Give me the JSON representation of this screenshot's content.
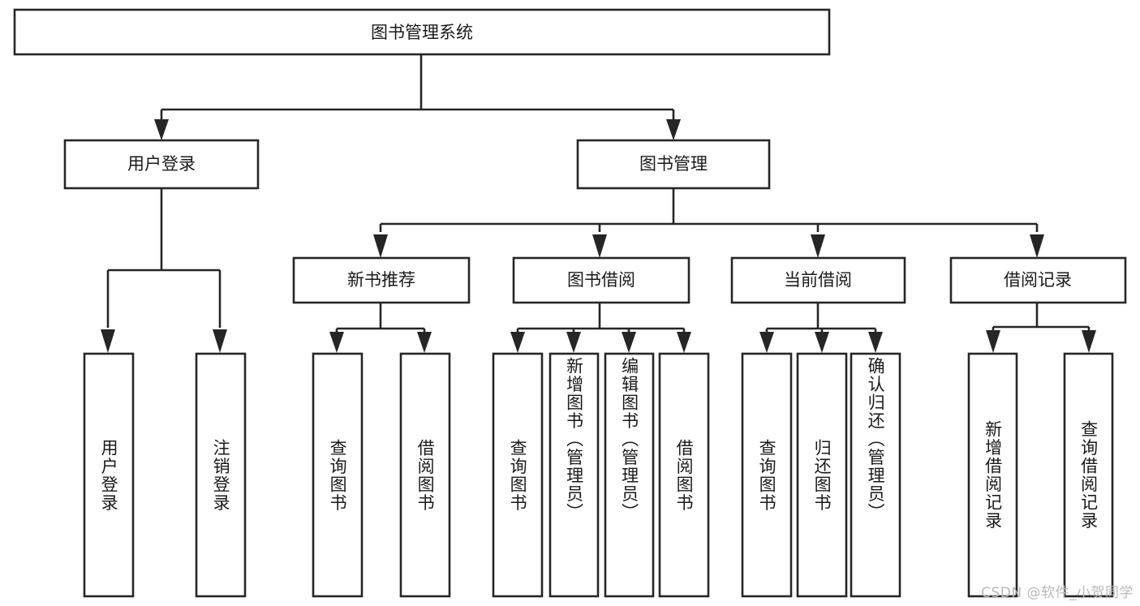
{
  "diagram": {
    "title": "图书管理系统",
    "type": "tree-hierarchy",
    "root": {
      "id": "root",
      "label": "图书管理系统",
      "orientation": "horizontal"
    },
    "level2": [
      {
        "id": "user-login",
        "label": "用户登录",
        "orientation": "horizontal"
      },
      {
        "id": "book-manage",
        "label": "图书管理",
        "orientation": "horizontal"
      }
    ],
    "level3": [
      {
        "id": "new-book-rec",
        "label": "新书推荐",
        "orientation": "horizontal",
        "parent": "book-manage"
      },
      {
        "id": "book-borrow",
        "label": "图书借阅",
        "orientation": "horizontal",
        "parent": "book-manage"
      },
      {
        "id": "current-borrow",
        "label": "当前借阅",
        "orientation": "horizontal",
        "parent": "book-manage"
      },
      {
        "id": "borrow-record",
        "label": "借阅记录",
        "orientation": "horizontal",
        "parent": "book-manage"
      }
    ],
    "leaves": [
      {
        "id": "leaf-user-login",
        "label": "用户登录",
        "parent": "user-login",
        "orientation": "vertical"
      },
      {
        "id": "leaf-logout-login",
        "label": "注销登录",
        "parent": "user-login",
        "orientation": "vertical"
      },
      {
        "id": "leaf-query-book-1",
        "label": "查询图书",
        "parent": "new-book-rec",
        "orientation": "vertical"
      },
      {
        "id": "leaf-borrow-book-1",
        "label": "借阅图书",
        "parent": "new-book-rec",
        "orientation": "vertical"
      },
      {
        "id": "leaf-query-book-2",
        "label": "查询图书",
        "parent": "book-borrow",
        "orientation": "vertical"
      },
      {
        "id": "leaf-add-book",
        "label": "新增图书（管理员）",
        "parent": "book-borrow",
        "orientation": "vertical"
      },
      {
        "id": "leaf-edit-book",
        "label": "编辑图书（管理员）",
        "parent": "book-borrow",
        "orientation": "vertical"
      },
      {
        "id": "leaf-borrow-book-2",
        "label": "借阅图书",
        "parent": "book-borrow",
        "orientation": "vertical"
      },
      {
        "id": "leaf-query-book-3",
        "label": "查询图书",
        "parent": "current-borrow",
        "orientation": "vertical"
      },
      {
        "id": "leaf-return-book",
        "label": "归还图书",
        "parent": "current-borrow",
        "orientation": "vertical"
      },
      {
        "id": "leaf-confirm-return",
        "label": "确认归还（管理员）",
        "parent": "current-borrow",
        "orientation": "vertical"
      },
      {
        "id": "leaf-add-record",
        "label": "新增借阅记录",
        "parent": "borrow-record",
        "orientation": "vertical"
      },
      {
        "id": "leaf-query-record",
        "label": "查询借阅记录",
        "parent": "borrow-record",
        "orientation": "vertical"
      }
    ],
    "colors": {
      "box_fill": "#ffffff",
      "box_stroke": "#262626",
      "connector": "#262626",
      "text": "#1a1a1a",
      "background": "#ffffff",
      "watermark": "#b9b9b9"
    }
  },
  "watermark": {
    "text": "CSDN @软件_小贺同学"
  }
}
